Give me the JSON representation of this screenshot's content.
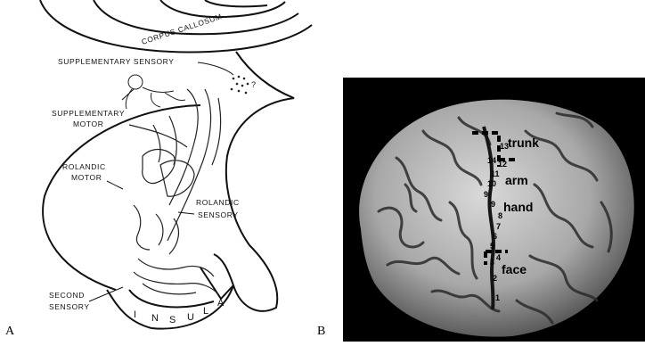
{
  "panel_a": {
    "letter": "A",
    "labels": {
      "corpus_callosum": "CORPUS CALLOSUM",
      "supplementary_sensory": "SUPPLEMENTARY SENSORY",
      "supplementary_motor_1": "SUPPLEMENTARY",
      "supplementary_motor_2": "MOTOR",
      "rolandic_motor_1": "ROLANDIC",
      "rolandic_motor_2": "MOTOR",
      "rolandic_sensory_1": "ROLANDIC",
      "rolandic_sensory_2": "SENSORY",
      "second_sensory_1": "SECOND",
      "second_sensory_2": "SENSORY",
      "insula": [
        "I",
        "N",
        "S",
        "U",
        "L",
        "A"
      ],
      "question_mark": "?"
    }
  },
  "panel_b": {
    "letter": "B",
    "region_labels": {
      "trunk": "trunk",
      "arm": "arm",
      "hand": "hand",
      "face": "face"
    },
    "site_numbers": [
      "14",
      "13",
      "12",
      "11",
      "10",
      "9",
      "9",
      "8",
      "7",
      "6",
      "5",
      "4",
      "3",
      "2",
      "1"
    ],
    "colors": {
      "background": "#000000",
      "brain_light": "#cfcfcf",
      "brain_dark": "#3a3a3a",
      "marker": "#000000"
    }
  }
}
